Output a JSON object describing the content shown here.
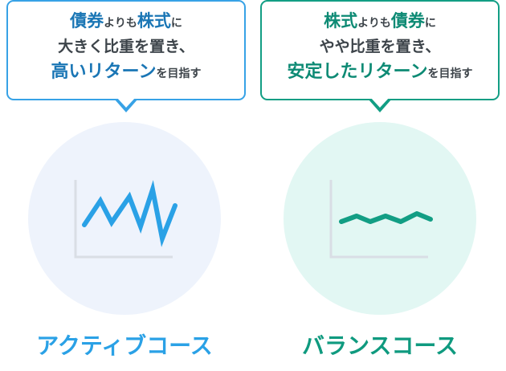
{
  "active": {
    "bubble": {
      "line1": {
        "bond": "債券",
        "yorimo": "よりも",
        "stock": "株式",
        "ni": "に"
      },
      "line2": "大きく比重を置き、",
      "line3": {
        "return": "高いリターン",
        "suffix": "を目指す"
      }
    },
    "chart_icon": "volatile-zigzag-chart-icon",
    "title": "アクティブコース",
    "colors": {
      "accent": "#37a2e6",
      "circle": "#eef3fc",
      "emphasis": "#1a76b5"
    }
  },
  "balance": {
    "bubble": {
      "line1": {
        "stock": "株式",
        "yorimo": "よりも",
        "bond": "債券",
        "ni": "に"
      },
      "line2": "やや比重を置き、",
      "line3": {
        "return": "安定したリターン",
        "suffix": "を目指す"
      }
    },
    "chart_icon": "gentle-wave-chart-icon",
    "title": "バランスコース",
    "colors": {
      "accent": "#129e84",
      "circle": "#e2f7f3",
      "emphasis": "#0d8a74"
    }
  }
}
